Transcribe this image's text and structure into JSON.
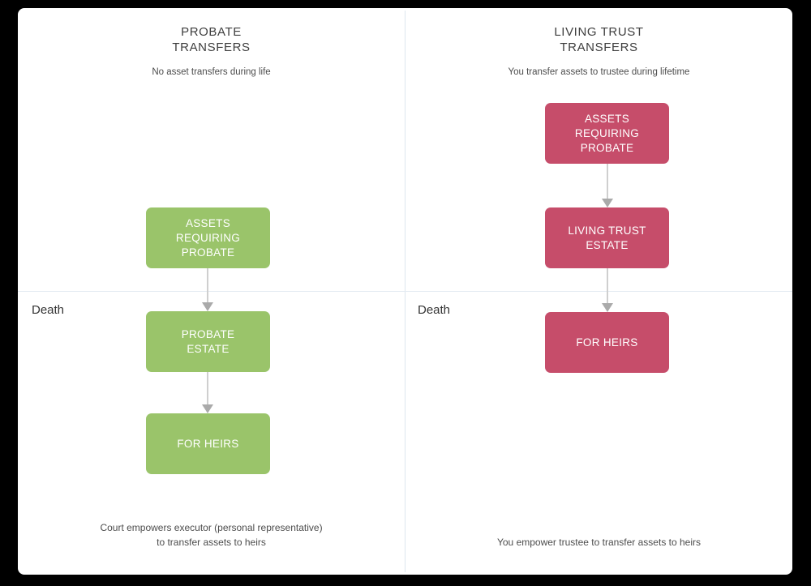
{
  "diagram": {
    "left": {
      "title": "PROBATE\nTRANSFERS",
      "subtitle": "No asset transfers during life",
      "death_label": "Death",
      "boxes": [
        "ASSETS\nREQUIRING\nPROBATE",
        "PROBATE\nESTATE",
        "FOR HEIRS"
      ],
      "caption": "Court empowers executor (personal representative)\nto transfer assets to heirs",
      "box_color": "#9ac46a"
    },
    "right": {
      "title": "LIVING TRUST\nTRANSFERS",
      "subtitle": "You transfer assets to trustee during lifetime",
      "death_label": "Death",
      "boxes": [
        "ASSETS\nREQUIRING\nPROBATE",
        "LIVING TRUST\nESTATE",
        "FOR HEIRS"
      ],
      "caption": "You empower trustee to transfer assets to heirs",
      "box_color": "#c64d6a"
    },
    "colors": {
      "page_background": "#000000",
      "card_background": "#ffffff",
      "column_divider": "#dde6ee",
      "death_divider": "#e4ebf2",
      "arrow_shaft": "#cfcfcf",
      "arrow_head": "#aaaaaa",
      "probate_box": "#9ac46a",
      "living_trust_box": "#c64d6a",
      "title_text": "#3e3e3e",
      "body_text": "#4c4c4c",
      "box_text": "#ffffff"
    }
  }
}
